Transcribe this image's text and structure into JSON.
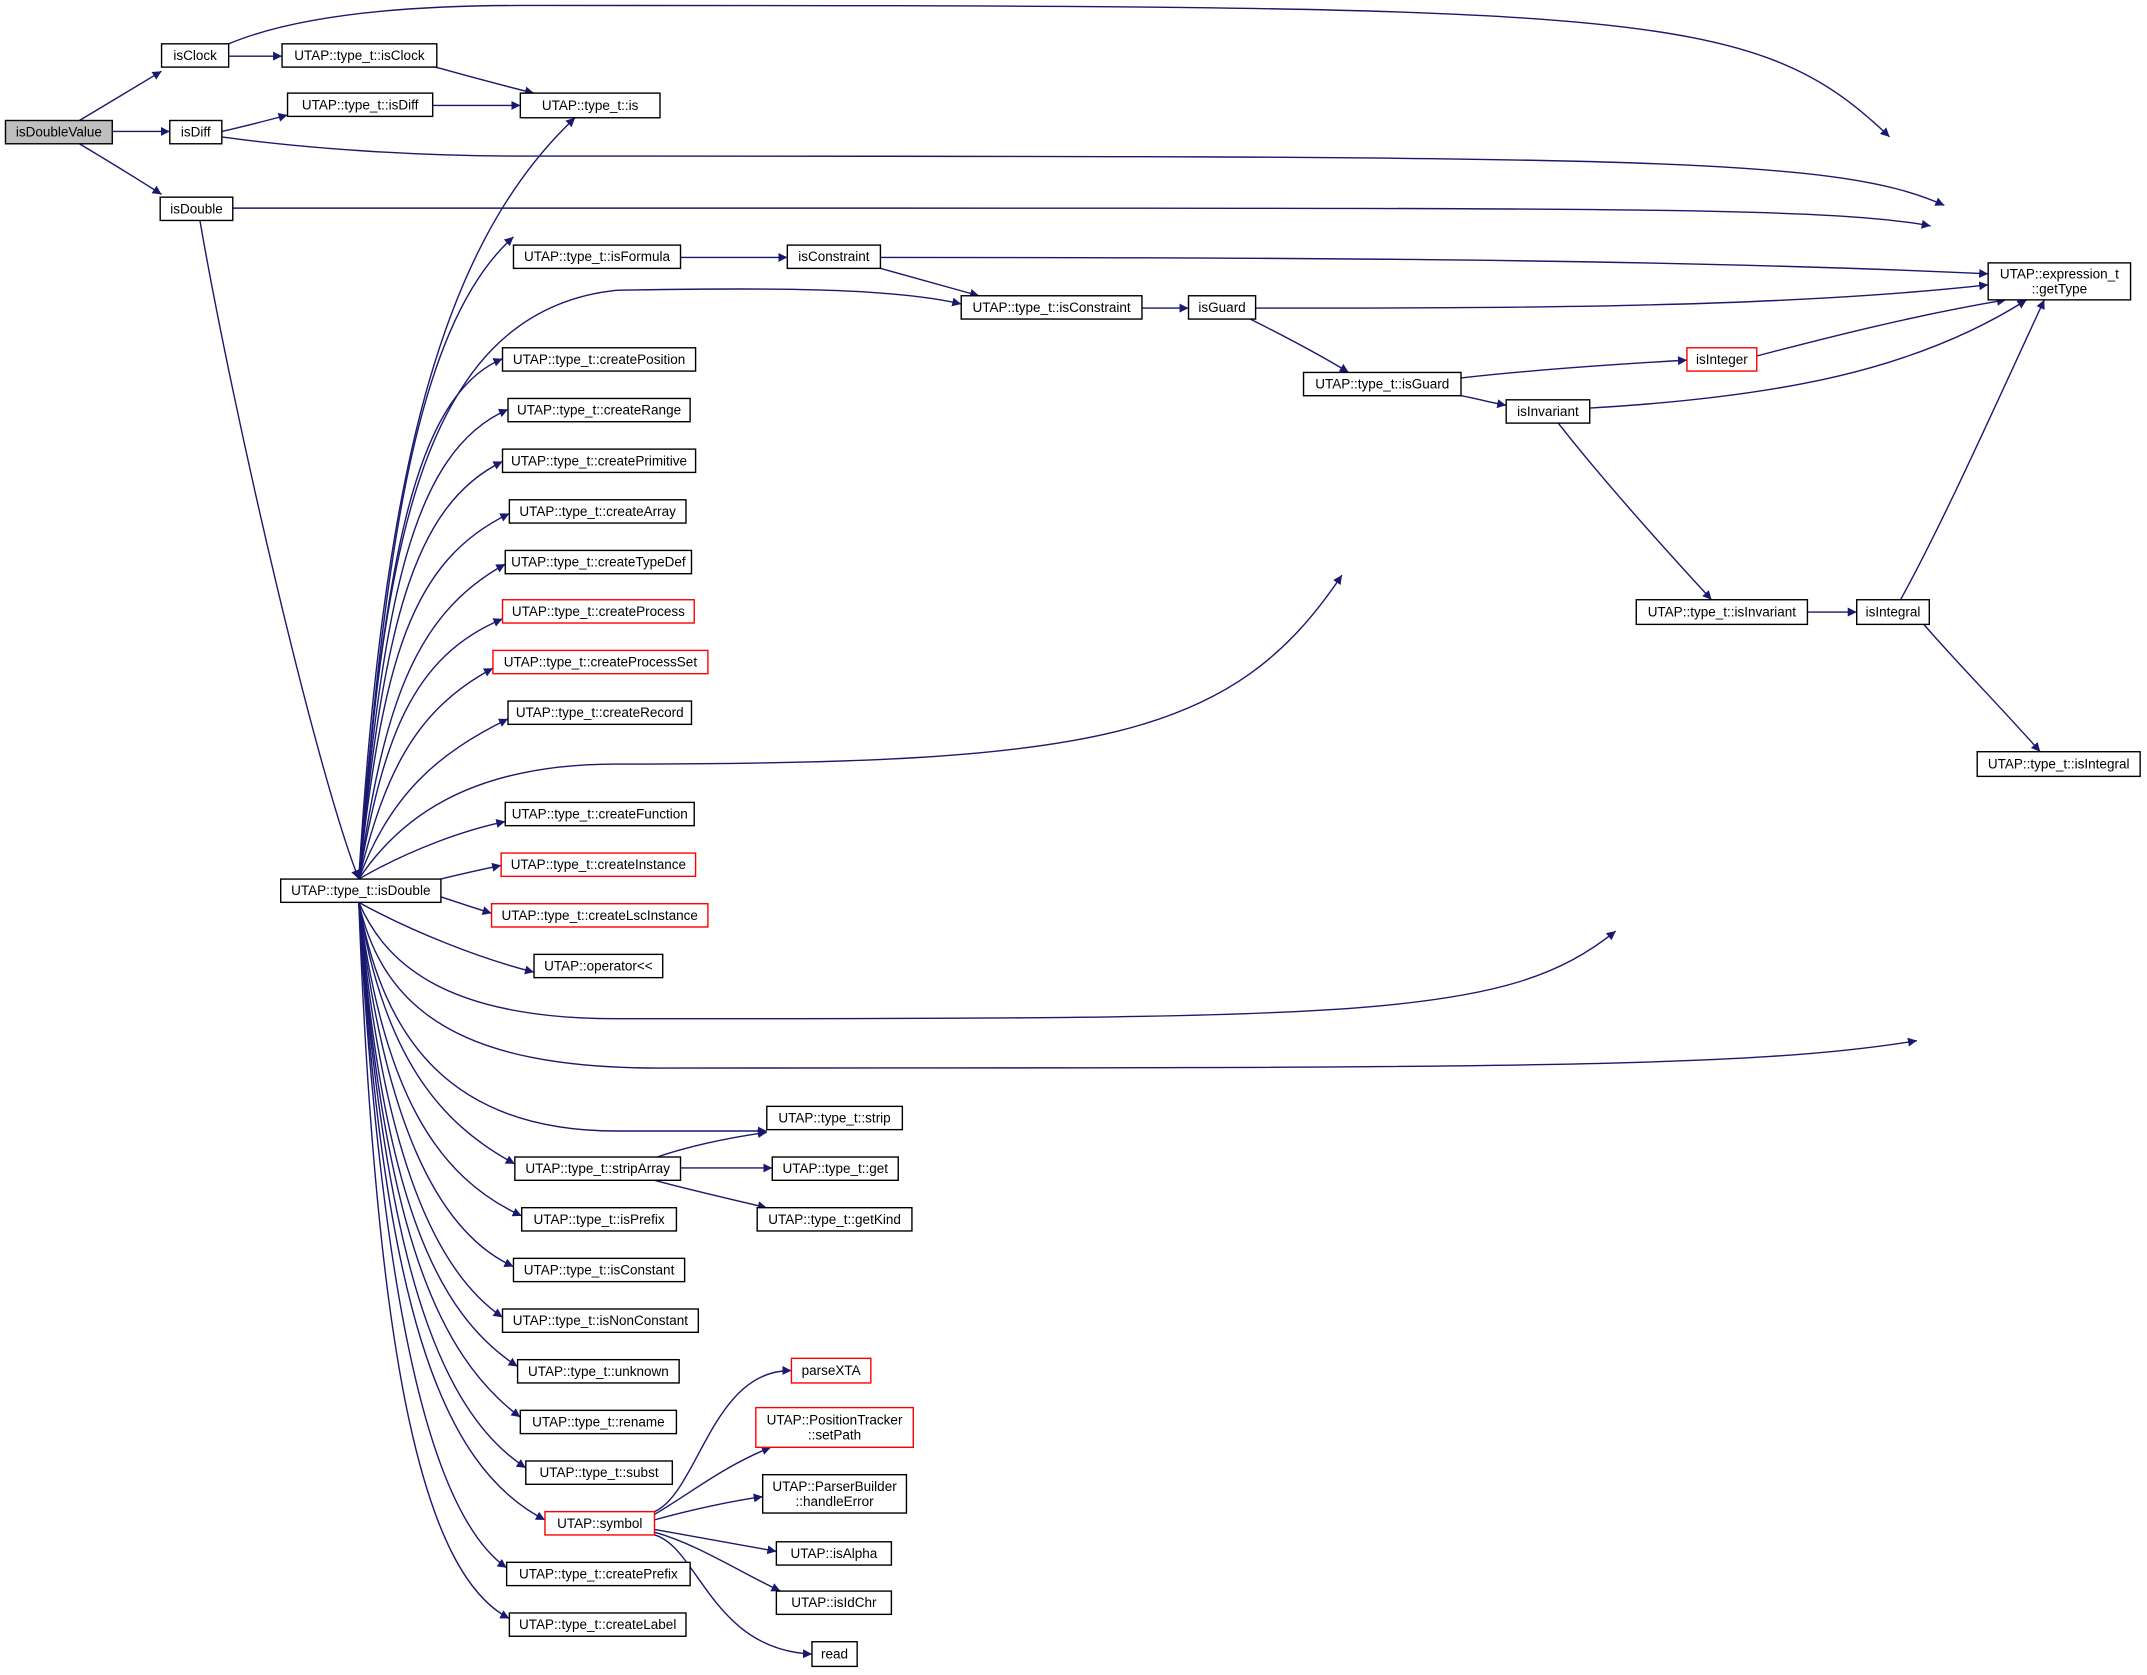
{
  "colors": {
    "edge": "#191970",
    "truncated_border": "#ff0000",
    "root_fill": "#bfbfbf",
    "node_border": "#000000"
  },
  "nodes": {
    "isDoubleValue": {
      "lines": [
        "isDoubleValue"
      ],
      "root": true
    },
    "isClock": {
      "lines": [
        "isClock"
      ]
    },
    "isDiff": {
      "lines": [
        "isDiff"
      ]
    },
    "isDouble": {
      "lines": [
        "isDouble"
      ]
    },
    "t_isClock": {
      "lines": [
        "UTAP::type_t::isClock"
      ]
    },
    "t_isDiff": {
      "lines": [
        "UTAP::type_t::isDiff"
      ]
    },
    "t_is": {
      "lines": [
        "UTAP::type_t::is"
      ]
    },
    "t_isDouble": {
      "lines": [
        "UTAP::type_t::isDouble"
      ]
    },
    "t_isFormula": {
      "lines": [
        "UTAP::type_t::isFormula"
      ]
    },
    "isConstraint": {
      "lines": [
        "isConstraint"
      ]
    },
    "t_isConstraint": {
      "lines": [
        "UTAP::type_t::isConstraint"
      ]
    },
    "isGuard": {
      "lines": [
        "isGuard"
      ]
    },
    "t_isGuard": {
      "lines": [
        "UTAP::type_t::isGuard"
      ]
    },
    "isInteger": {
      "lines": [
        "isInteger"
      ],
      "truncated": true
    },
    "isInvariant": {
      "lines": [
        "isInvariant"
      ]
    },
    "t_isInvariant": {
      "lines": [
        "UTAP::type_t::isInvariant"
      ]
    },
    "isIntegral": {
      "lines": [
        "isIntegral"
      ]
    },
    "t_isIntegral": {
      "lines": [
        "UTAP::type_t::isIntegral"
      ]
    },
    "getType": {
      "lines": [
        "UTAP::expression_t",
        "::getType"
      ]
    },
    "createPosition": {
      "lines": [
        "UTAP::type_t::createPosition"
      ]
    },
    "createRange": {
      "lines": [
        "UTAP::type_t::createRange"
      ]
    },
    "createPrimitive": {
      "lines": [
        "UTAP::type_t::createPrimitive"
      ]
    },
    "createArray": {
      "lines": [
        "UTAP::type_t::createArray"
      ]
    },
    "createTypeDef": {
      "lines": [
        "UTAP::type_t::createTypeDef"
      ]
    },
    "createProcess": {
      "lines": [
        "UTAP::type_t::createProcess"
      ],
      "truncated": true
    },
    "createProcessSet": {
      "lines": [
        "UTAP::type_t::createProcessSet"
      ],
      "truncated": true
    },
    "createRecord": {
      "lines": [
        "UTAP::type_t::createRecord"
      ]
    },
    "createFunction": {
      "lines": [
        "UTAP::type_t::createFunction"
      ]
    },
    "createInstance": {
      "lines": [
        "UTAP::type_t::createInstance"
      ],
      "truncated": true
    },
    "createLscInstance": {
      "lines": [
        "UTAP::type_t::createLscInstance"
      ],
      "truncated": true
    },
    "operator": {
      "lines": [
        "UTAP::operator<<"
      ]
    },
    "strip": {
      "lines": [
        "UTAP::type_t::strip"
      ]
    },
    "stripArray": {
      "lines": [
        "UTAP::type_t::stripArray"
      ]
    },
    "get": {
      "lines": [
        "UTAP::type_t::get"
      ]
    },
    "getKind": {
      "lines": [
        "UTAP::type_t::getKind"
      ]
    },
    "isPrefix": {
      "lines": [
        "UTAP::type_t::isPrefix"
      ]
    },
    "isConstant": {
      "lines": [
        "UTAP::type_t::isConstant"
      ]
    },
    "isNonConstant": {
      "lines": [
        "UTAP::type_t::isNonConstant"
      ]
    },
    "unknown": {
      "lines": [
        "UTAP::type_t::unknown"
      ]
    },
    "rename": {
      "lines": [
        "UTAP::type_t::rename"
      ]
    },
    "subst": {
      "lines": [
        "UTAP::type_t::subst"
      ]
    },
    "symbol": {
      "lines": [
        "UTAP::symbol"
      ],
      "truncated": true
    },
    "createPrefix": {
      "lines": [
        "UTAP::type_t::createPrefix"
      ]
    },
    "createLabel": {
      "lines": [
        "UTAP::type_t::createLabel"
      ]
    },
    "parseXTA": {
      "lines": [
        "parseXTA"
      ],
      "truncated": true
    },
    "setPath": {
      "lines": [
        "UTAP::PositionTracker",
        "::setPath"
      ],
      "truncated": true
    },
    "handleError": {
      "lines": [
        "UTAP::ParserBuilder",
        "::handleError"
      ]
    },
    "isAlpha": {
      "lines": [
        "UTAP::isAlpha"
      ]
    },
    "isIdChr": {
      "lines": [
        "UTAP::isIdChr"
      ]
    },
    "read": {
      "lines": [
        "read"
      ]
    }
  },
  "edges": [
    [
      "isDoubleValue",
      "isClock"
    ],
    [
      "isDoubleValue",
      "isDiff"
    ],
    [
      "isDoubleValue",
      "isDouble"
    ],
    [
      "isClock",
      "t_isClock"
    ],
    [
      "isClock",
      "getType"
    ],
    [
      "t_isClock",
      "t_is"
    ],
    [
      "isDiff",
      "t_isDiff"
    ],
    [
      "isDiff",
      "getType"
    ],
    [
      "t_isDiff",
      "t_is"
    ],
    [
      "isDouble",
      "getType"
    ],
    [
      "isDouble",
      "t_isDouble"
    ],
    [
      "t_isDouble",
      "t_is"
    ],
    [
      "t_isDouble",
      "t_isFormula"
    ],
    [
      "t_isDouble",
      "t_isConstraint"
    ],
    [
      "t_isDouble",
      "createPosition"
    ],
    [
      "t_isDouble",
      "createRange"
    ],
    [
      "t_isDouble",
      "createPrimitive"
    ],
    [
      "t_isDouble",
      "createArray"
    ],
    [
      "t_isDouble",
      "createTypeDef"
    ],
    [
      "t_isDouble",
      "createProcess"
    ],
    [
      "t_isDouble",
      "createProcessSet"
    ],
    [
      "t_isDouble",
      "createRecord"
    ],
    [
      "t_isDouble",
      "t_isGuard"
    ],
    [
      "t_isDouble",
      "createFunction"
    ],
    [
      "t_isDouble",
      "createInstance"
    ],
    [
      "t_isDouble",
      "createLscInstance"
    ],
    [
      "t_isDouble",
      "operator"
    ],
    [
      "t_isDouble",
      "t_isInvariant"
    ],
    [
      "t_isDouble",
      "t_isIntegral"
    ],
    [
      "t_isDouble",
      "strip"
    ],
    [
      "t_isDouble",
      "stripArray"
    ],
    [
      "t_isDouble",
      "isPrefix"
    ],
    [
      "t_isDouble",
      "isConstant"
    ],
    [
      "t_isDouble",
      "isNonConstant"
    ],
    [
      "t_isDouble",
      "unknown"
    ],
    [
      "t_isDouble",
      "rename"
    ],
    [
      "t_isDouble",
      "subst"
    ],
    [
      "t_isDouble",
      "symbol"
    ],
    [
      "t_isDouble",
      "createPrefix"
    ],
    [
      "t_isDouble",
      "createLabel"
    ],
    [
      "t_isFormula",
      "isConstraint"
    ],
    [
      "isConstraint",
      "getType"
    ],
    [
      "isConstraint",
      "t_isConstraint"
    ],
    [
      "t_isConstraint",
      "isGuard"
    ],
    [
      "isGuard",
      "getType"
    ],
    [
      "isGuard",
      "t_isGuard"
    ],
    [
      "t_isGuard",
      "isInteger"
    ],
    [
      "t_isGuard",
      "isInvariant"
    ],
    [
      "isInteger",
      "getType"
    ],
    [
      "isInvariant",
      "getType"
    ],
    [
      "isInvariant",
      "t_isInvariant"
    ],
    [
      "t_isInvariant",
      "isIntegral"
    ],
    [
      "isIntegral",
      "getType"
    ],
    [
      "isIntegral",
      "t_isIntegral"
    ],
    [
      "stripArray",
      "strip"
    ],
    [
      "stripArray",
      "get"
    ],
    [
      "stripArray",
      "getKind"
    ],
    [
      "symbol",
      "parseXTA"
    ],
    [
      "symbol",
      "setPath"
    ],
    [
      "symbol",
      "handleError"
    ],
    [
      "symbol",
      "isAlpha"
    ],
    [
      "symbol",
      "isIdChr"
    ],
    [
      "symbol",
      "read"
    ]
  ]
}
